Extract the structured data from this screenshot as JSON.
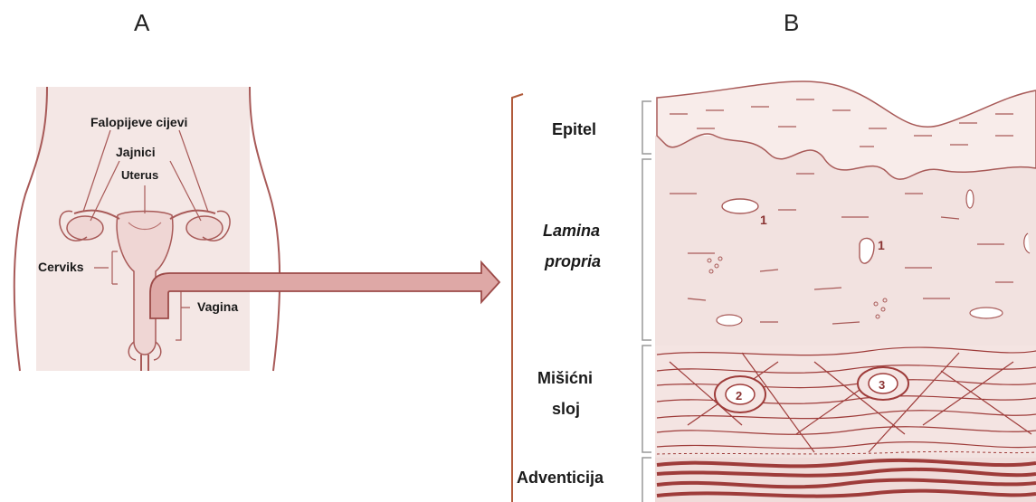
{
  "panels": {
    "a_letter": "A",
    "b_letter": "B"
  },
  "panel_a": {
    "labels": {
      "fallopian": "Falopijeve cijevi",
      "ovaries": "Jajnici",
      "uterus": "Uterus",
      "cervix": "Cerviks",
      "vagina": "Vagina"
    }
  },
  "panel_b": {
    "layers": {
      "epithelium": "Epitel",
      "lamina_1": "Lamina",
      "lamina_2": "propria",
      "muscle_1": "Mišićni",
      "muscle_2": "sloj",
      "adventitia": "Adventicija"
    },
    "markers": {
      "m1": "1",
      "m2": "2",
      "m3": "3"
    }
  },
  "colors": {
    "tissue_fill": "#f4e7e5",
    "tissue_line": "#a85a58",
    "arrow_fill": "#dea8a6",
    "arrow_stroke": "#9c4a48",
    "muscle_line": "#9e3c3a",
    "epithelium_fill": "#f8ecea"
  }
}
